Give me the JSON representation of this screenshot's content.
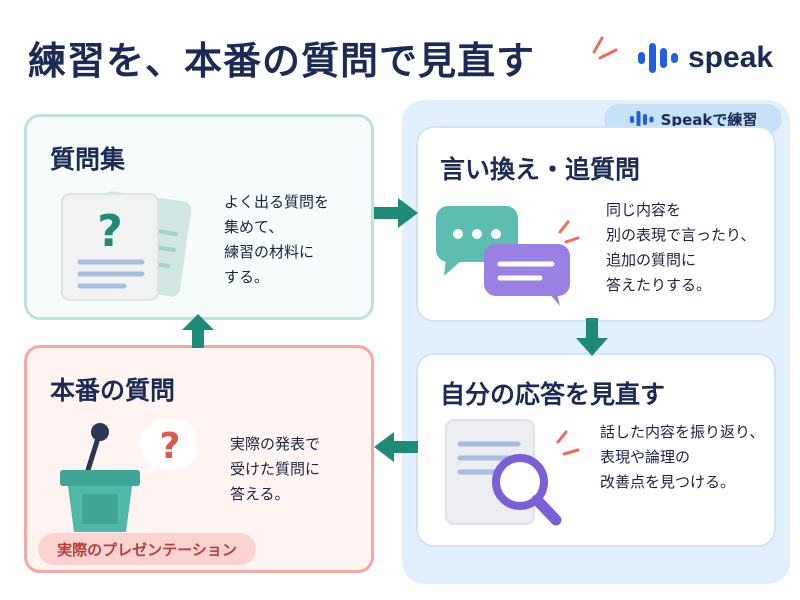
{
  "header": {
    "title": "練習を、本番の質問で見直す",
    "logo_text": "speak"
  },
  "speak_badge": {
    "label": "Speakで練習"
  },
  "cards": {
    "questions": {
      "title": "質問集",
      "text": "よく出る質問を\n集めて、\n練習の材料に\nする。"
    },
    "rephrase": {
      "title": "言い換え・追質問",
      "text": "同じ内容を\n別の表現で言ったり、\n追加の質問に\n答えたりする。"
    },
    "review": {
      "title": "自分の応答を見直す",
      "text": "話した内容を振り返り、\n表現や論理の\n改善点を見つける。"
    },
    "real": {
      "title": "本番の質問",
      "text": "実際の発表で\n受けた質問に\n答える。",
      "badge": "実際のプレゼンテーション"
    }
  },
  "icons": [
    "document-question-icon",
    "chat-bubbles-icon",
    "magnifier-document-icon",
    "podium-icon",
    "speak-logo-icon"
  ],
  "colors": {
    "arrow": "#1f8a78",
    "title": "#1c2a55",
    "speak_area": "#e1f0fc",
    "real_border": "#f3a8a3",
    "questions_border": "#bfe1dc",
    "logo_blue": "#1f5fe0"
  }
}
